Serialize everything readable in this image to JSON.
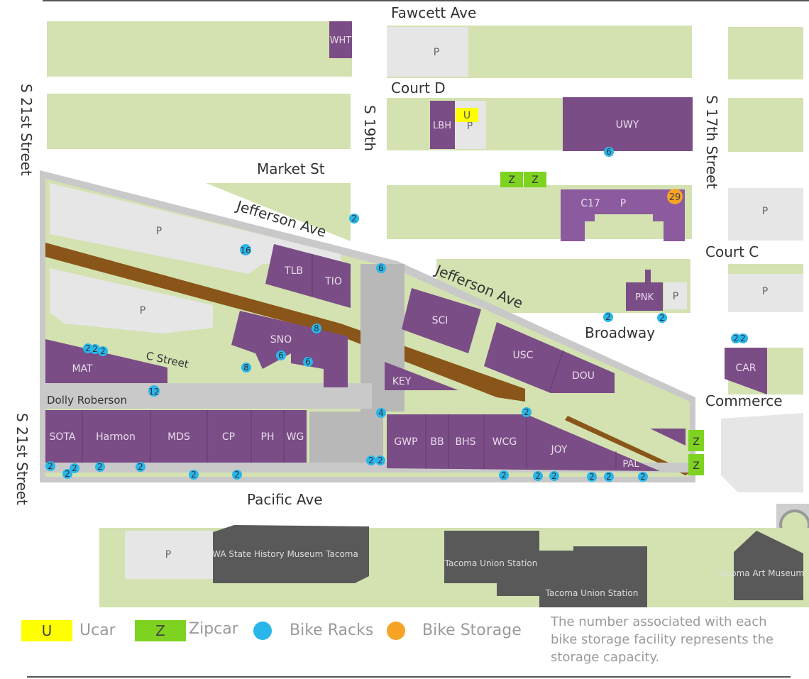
{
  "streets": {
    "fawcett": "Fawcett Ave",
    "court_d": "Court D",
    "s19th": "S 19th",
    "s21st_top": "S 21st Street",
    "s21st_bottom": "S 21st Street",
    "s17th": "S 17th Street",
    "market": "Market St",
    "jefferson_1": "Jefferson Ave",
    "jefferson_2": "Jefferson Ave",
    "court_c": "Court C",
    "broadway": "Broadway",
    "c_street": "C Street",
    "dolly": "Dolly Roberson",
    "commerce": "Commerce",
    "pacific": "Pacific Ave"
  },
  "buildings": {
    "wht": "WHT",
    "lbh": "LBH",
    "uwy": "UWY",
    "c17": "C17",
    "pnk": "PNK",
    "tlb": "TLB",
    "tio": "TIO",
    "sci": "SCI",
    "sno": "SNO",
    "usc": "USC",
    "dou": "DOU",
    "mat": "MAT",
    "key": "KEY",
    "car": "CAR",
    "sota": "SOTA",
    "harmon": "Harmon",
    "mds": "MDS",
    "cp": "CP",
    "ph": "PH",
    "wg": "WG",
    "gwp": "GWP",
    "bb": "BB",
    "bhs": "BHS",
    "wcg": "WCG",
    "joy": "JOY",
    "pal": "PAL",
    "history_museum": "WA State History Museum Tacoma",
    "union_station_1": "Tacoma Union Station",
    "union_station_2": "Tacoma Union Station",
    "art_museum": "Tacoma Art Museum"
  },
  "parking_label": "P",
  "markers": {
    "ucar": "U",
    "zipcar": "Z",
    "bike_storage_c17": "29",
    "racks": {
      "uwy": "6",
      "market": "2",
      "jefferson_lot": "16",
      "tio": "6",
      "sno_top": "8",
      "sno_left": "6",
      "sno_right": "6",
      "sno_bottom": "8",
      "mat_1": "2",
      "mat_2": "2",
      "mat_3": "2",
      "dolly": "12",
      "key": "4",
      "joy_top": "2",
      "pnk_1": "2",
      "pnk_2": "2",
      "car_1": "2",
      "car_2": "2",
      "sota_1": "2",
      "sota_2": "2",
      "sota_3": "2",
      "harmon": "2",
      "mds": "2",
      "cp": "2",
      "ph": "2",
      "gwp_1": "2",
      "gwp_2": "2",
      "wcg": "2",
      "joy_1": "2",
      "joy_2": "2",
      "joy_3": "2",
      "joy_4": "2",
      "pal": "2"
    }
  },
  "legend": {
    "ucar_letter": "U",
    "ucar_label": "Ucar",
    "zipcar_letter": "Z",
    "zipcar_label": "Zipcar",
    "bike_racks_label": "Bike Racks",
    "bike_storage_label": "Bike Storage",
    "note": "The number associated with each bike storage facility represents the storage capacity."
  },
  "colors": {
    "block_green": "#d3e2b0",
    "building_purple": "#7b4d86",
    "building_purple_light": "#8c5a9f",
    "street_gray": "#cfcfcf",
    "parking_gray": "#e6e6e6",
    "pathway_brown": "#8a5519",
    "museum_dark": "#595959",
    "ucar_yellow": "#ffff00",
    "zipcar_green": "#7ed321",
    "bike_rack_blue": "#29b6ea",
    "bike_storage_orange": "#f7a326"
  }
}
